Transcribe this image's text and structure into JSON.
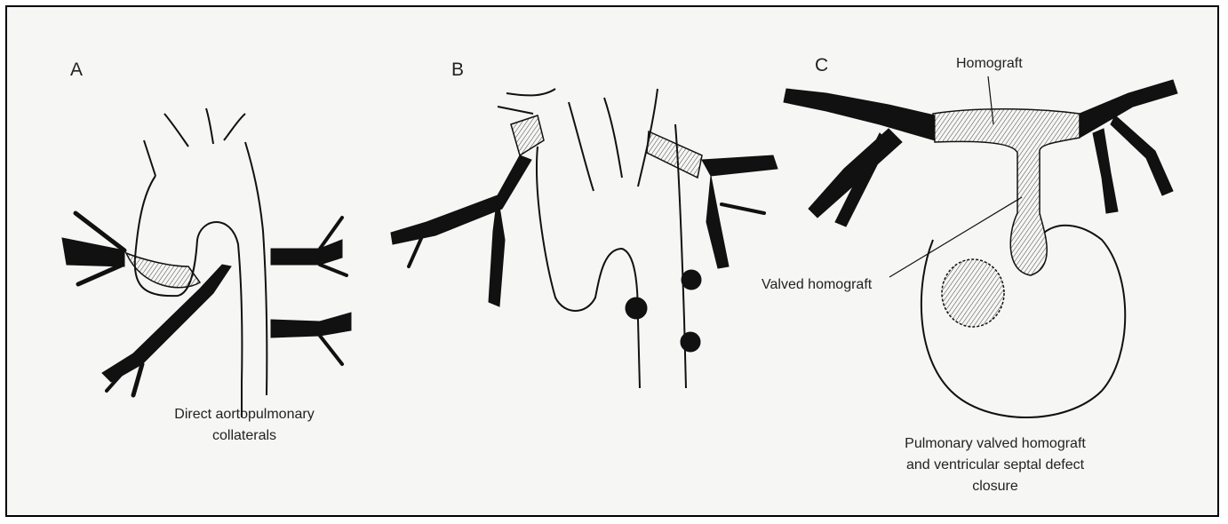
{
  "panels": [
    {
      "letter": "A",
      "caption_lines": [
        "Direct aortopulmonary",
        "collaterals"
      ]
    },
    {
      "letter": "B"
    },
    {
      "letter": "C",
      "caption_lines": [
        "Pulmonary valved homograft",
        "and ventricular septal defect",
        "closure"
      ]
    }
  ],
  "callouts": {
    "homograft": "Homograft",
    "valved_homograft": "Valved homograft"
  }
}
